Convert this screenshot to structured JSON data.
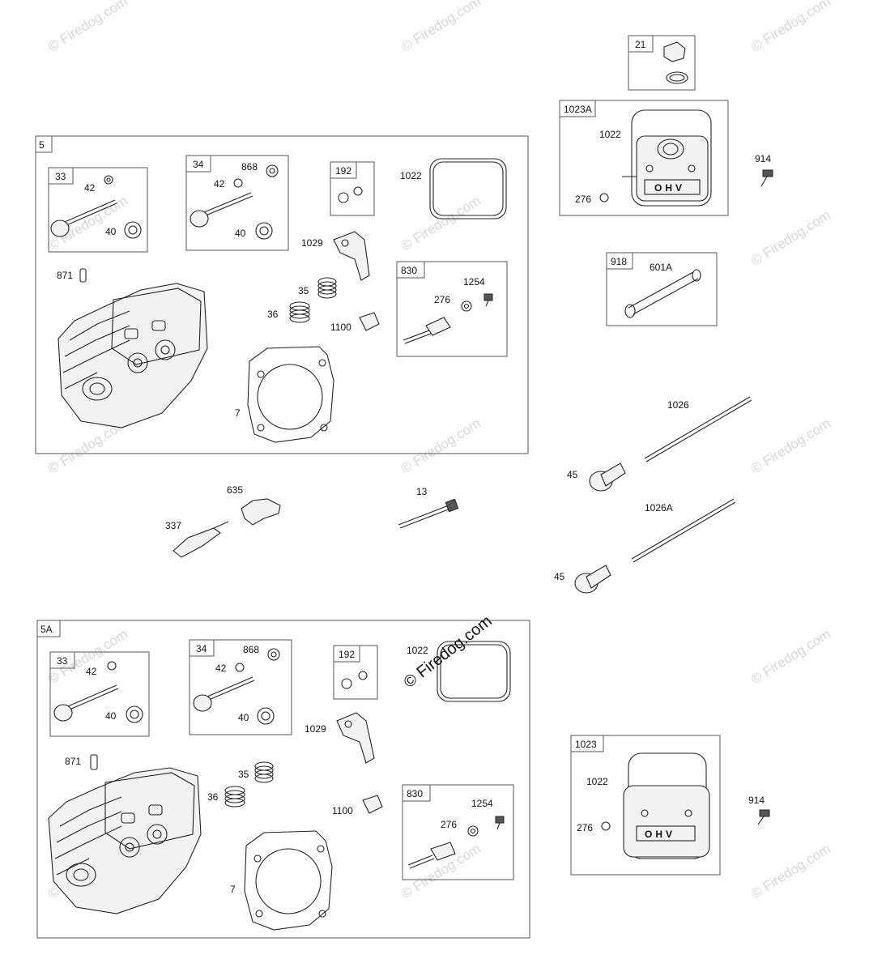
{
  "watermark": {
    "text": "© Firedog.com",
    "primary": "© Firedog.com"
  },
  "assemblies": {
    "asm5": {
      "label": "5",
      "items": {
        "kit33": "33",
        "kit34": "34",
        "kit192": "192",
        "kit830": "830",
        "p42a": "42",
        "p40a": "40",
        "p868": "868",
        "p42b": "42",
        "p40b": "40",
        "p1022": "1022",
        "p1029": "1029",
        "p871": "871",
        "p35": "35",
        "p36": "36",
        "p1100": "1100",
        "p1254": "1254",
        "p276": "276",
        "p7": "7"
      }
    },
    "asm5A": {
      "label": "5A",
      "items": {
        "kit33": "33",
        "kit34": "34",
        "kit192": "192",
        "kit830": "830",
        "p42a": "42",
        "p40a": "40",
        "p868": "868",
        "p42b": "42",
        "p40b": "40",
        "p1022": "1022",
        "p1029": "1029",
        "p871": "871",
        "p35": "35",
        "p36": "36",
        "p1100": "1100",
        "p1254": "1254",
        "p276": "276",
        "p7": "7"
      }
    },
    "kit21": {
      "label": "21"
    },
    "cover1023A": {
      "label": "1023A",
      "p1022": "1022",
      "p276": "276"
    },
    "kit918": {
      "label": "918",
      "p601A": "601A"
    },
    "cover1023": {
      "label": "1023",
      "p1022": "1022",
      "p276": "276"
    }
  },
  "loose_parts": {
    "p914a": "914",
    "p635": "635",
    "p337": "337",
    "p13": "13",
    "p1026": "1026",
    "p45a": "45",
    "p1026A": "1026A",
    "p45b": "45",
    "p914b": "914"
  },
  "icons": [
    "valve-icon",
    "spring-icon",
    "keeper-icon",
    "rocker-arm-icon",
    "gasket-icon",
    "cylinder-head-icon",
    "spark-plug-icon",
    "bolt-icon",
    "push-rod-icon",
    "tappet-icon",
    "valve-cover-icon",
    "breather-tube-icon",
    "oil-cap-icon"
  ],
  "colors": {
    "line": "#222222",
    "box": "#555555",
    "watermark": "#d6d6d6"
  }
}
